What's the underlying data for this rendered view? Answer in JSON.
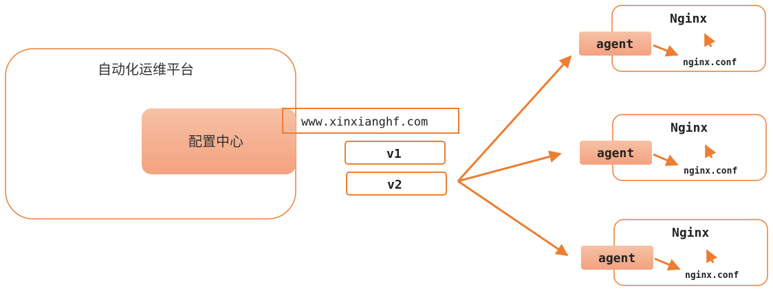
{
  "platform": {
    "title": "自动化运维平台"
  },
  "config_center": {
    "label": "配置中心"
  },
  "url": {
    "text": "www.xinxianghf.com"
  },
  "versions": {
    "v1": "v1",
    "v2": "v2"
  },
  "servers": [
    {
      "nginx": "Nginx",
      "agent": "agent",
      "conf": "nginx.conf"
    },
    {
      "nginx": "Nginx",
      "agent": "agent",
      "conf": "nginx.conf"
    },
    {
      "nginx": "Nginx",
      "agent": "agent",
      "conf": "nginx.conf"
    }
  ],
  "colors": {
    "accent": "#ed7d31",
    "box_fill_top": "#f6c3aa",
    "box_fill_bottom": "#f4a582"
  }
}
